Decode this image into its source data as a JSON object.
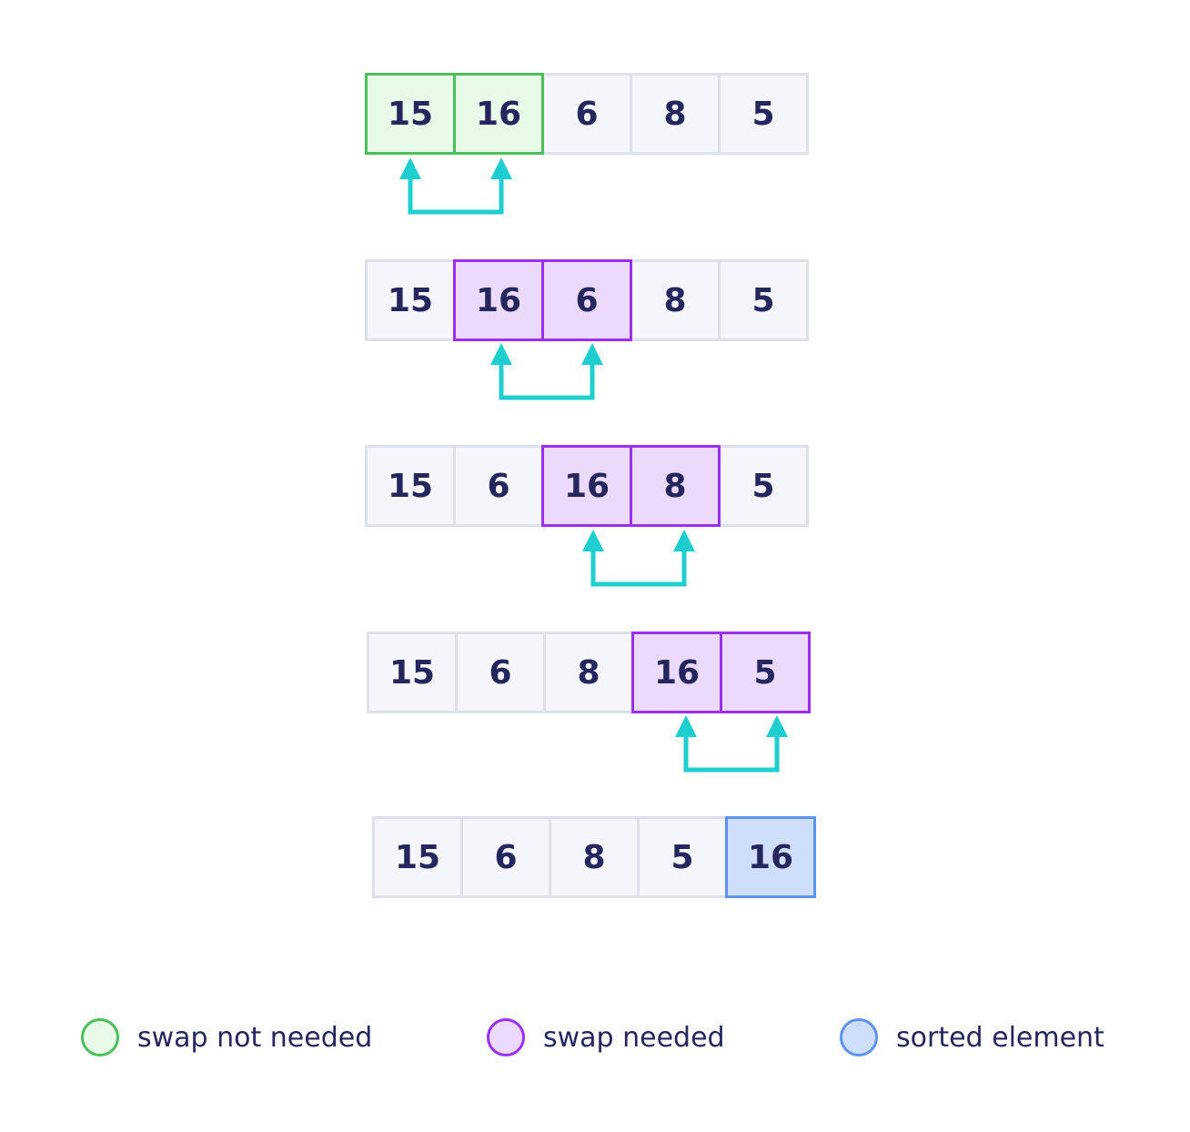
{
  "rows": [
    {
      "values": [
        "15",
        "16",
        "6",
        "8",
        "5"
      ],
      "highlight": [
        "green",
        "green",
        "",
        "",
        ""
      ]
    },
    {
      "values": [
        "15",
        "16",
        "6",
        "8",
        "5"
      ],
      "highlight": [
        "",
        "purple",
        "purple",
        "",
        ""
      ]
    },
    {
      "values": [
        "15",
        "6",
        "16",
        "8",
        "5"
      ],
      "highlight": [
        "",
        "",
        "purple",
        "purple",
        ""
      ]
    },
    {
      "values": [
        "15",
        "6",
        "8",
        "16",
        "5"
      ],
      "highlight": [
        "",
        "",
        "",
        "purple",
        "purple"
      ]
    },
    {
      "values": [
        "15",
        "6",
        "8",
        "5",
        "16"
      ],
      "highlight": [
        "",
        "",
        "",
        "",
        "blue"
      ]
    }
  ],
  "legend": {
    "swap_not_needed": {
      "label": "swap not needed",
      "border": "#4cbf5a",
      "fill": "#e8fbe8"
    },
    "swap_needed": {
      "label": "swap needed",
      "border": "#9b2ff0",
      "fill": "#ecdafc"
    },
    "sorted_element": {
      "label": "sorted element",
      "border": "#5b93ee",
      "fill": "#cfdffb"
    }
  },
  "colors": {
    "arrow": "#1fcfcf",
    "cell_border": "#dde1ea",
    "cell_fill": "#f5f6fb",
    "text": "#25265e"
  }
}
